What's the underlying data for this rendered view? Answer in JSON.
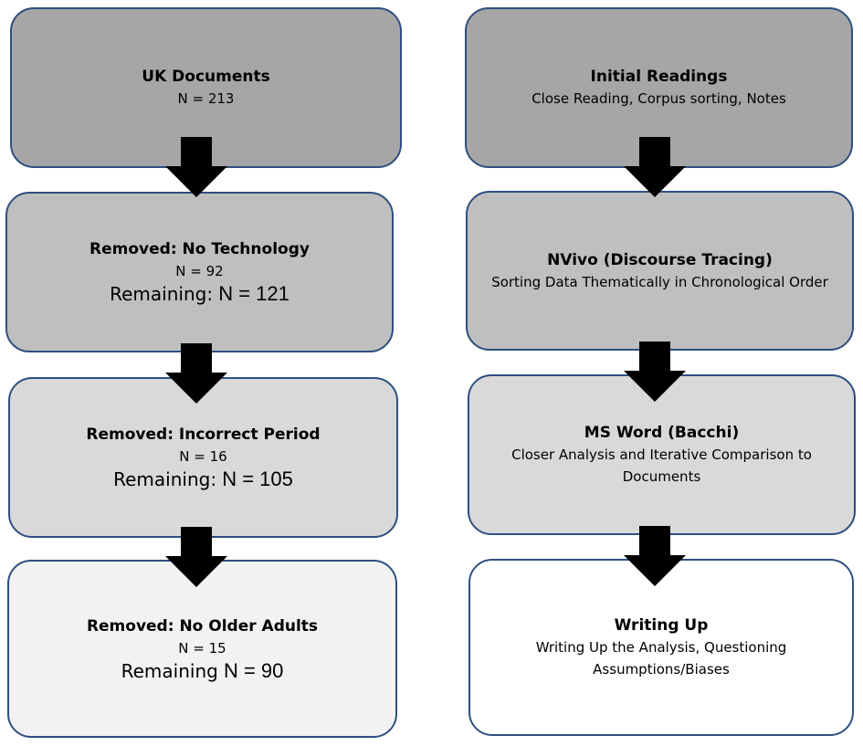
{
  "left_column": [
    {
      "title": "UK Documents",
      "n": "N = 213",
      "remaining_label": "",
      "remaining_value": "",
      "fill": "#a6a6a6"
    },
    {
      "title": "Removed: No Technology",
      "n": "N = 92",
      "remaining_label": "Remaining:",
      "remaining_value": " N = 121",
      "fill": "#bfbfbf"
    },
    {
      "title": "Removed: Incorrect Period",
      "n": "N = 16",
      "remaining_label": "Remaining:",
      "remaining_value": " N = 105",
      "fill": "#d9d9d9"
    },
    {
      "title": "Removed: No Older Adults",
      "n": "N = 15",
      "remaining_label": "Remaining",
      "remaining_value": " N = 90",
      "fill": "#f2f2f2"
    }
  ],
  "right_column": [
    {
      "title": "Initial Readings",
      "description": "Close Reading, Corpus sorting, Notes",
      "fill": "#a6a6a6"
    },
    {
      "title": "NVivo (Discourse Tracing)",
      "description": "Sorting  Data Thematically in Chronological Order",
      "fill": "#bfbfbf"
    },
    {
      "title": "MS Word (Bacchi)",
      "description": "Closer Analysis and Iterative Comparison to Documents",
      "fill": "#d9d9d9"
    },
    {
      "title": "Writing Up",
      "description": "Writing Up the Analysis, Questioning Assumptions/Biases",
      "fill": "#ffffff"
    }
  ],
  "colors": {
    "border": "#2f4f80",
    "arrow": "#000000"
  }
}
